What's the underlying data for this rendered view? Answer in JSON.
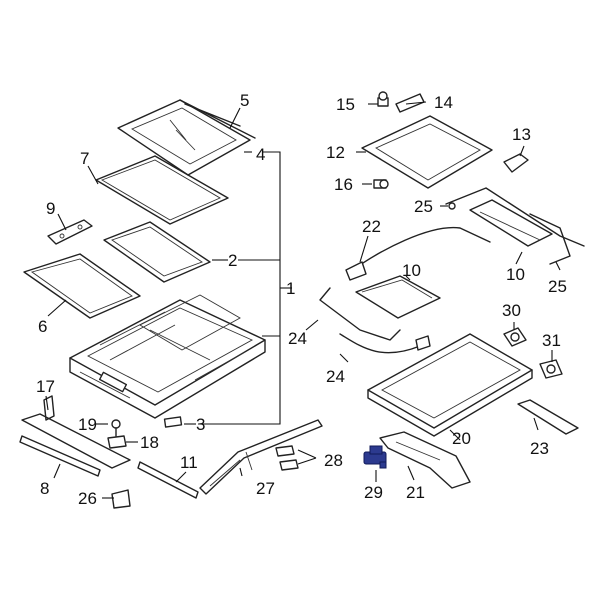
{
  "callouts": {
    "n1": "1",
    "n2": "2",
    "n3": "3",
    "n4": "4",
    "n5": "5",
    "n6": "6",
    "n7": "7",
    "n8": "8",
    "n9": "9",
    "n10a": "10",
    "n10b": "10",
    "n11": "11",
    "n12": "12",
    "n13": "13",
    "n14": "14",
    "n15": "15",
    "n16": "16",
    "n17": "17",
    "n18": "18",
    "n19": "19",
    "n20": "20",
    "n21": "21",
    "n22": "22",
    "n23": "23",
    "n24a": "24",
    "n24b": "24",
    "n25a": "25",
    "n25b": "25",
    "n26": "26",
    "n27": "27",
    "n28": "28",
    "n29": "29",
    "n30": "30",
    "n31": "31"
  },
  "colors": {
    "highlight": "#2c3a8f",
    "line": "#222222",
    "background": "#ffffff"
  }
}
